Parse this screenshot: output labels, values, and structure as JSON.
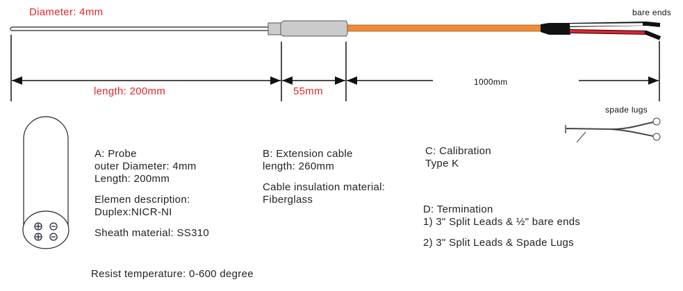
{
  "dimensions": {
    "diameter": "Diameter: 4mm",
    "probe_length": "length: 200mm",
    "fitting_length": "55mm",
    "cable_length": "1000mm"
  },
  "labels": {
    "bare_ends": "bare ends",
    "spade_lugs": "spade lugs"
  },
  "probe": {
    "title": "A: Probe",
    "outer_diameter": "outer Diameter: 4mm",
    "length": "Length: 200mm",
    "element_label": "Elemen description:",
    "element_value": "Duplex:NICR-NI",
    "sheath": "Sheath material: SS310"
  },
  "cable": {
    "title": "B: Extension cable",
    "length": "length: 260mm",
    "insulation_label": "Cable insulation material:",
    "insulation_value": "Fiberglass"
  },
  "calibration": {
    "title": "C: Calibration",
    "value": "Type K"
  },
  "termination": {
    "title": "D: Termination",
    "option1": "1) 3\" Split Leads & ½\" bare ends",
    "option2": "2) 3\" Split Leads & Spade Lugs"
  },
  "resist_temperature": "Resist temperature: 0-600 degree",
  "colors": {
    "dimension_text": "#e5262d",
    "cable": "#f08a36",
    "red_wire": "#e8202a"
  }
}
